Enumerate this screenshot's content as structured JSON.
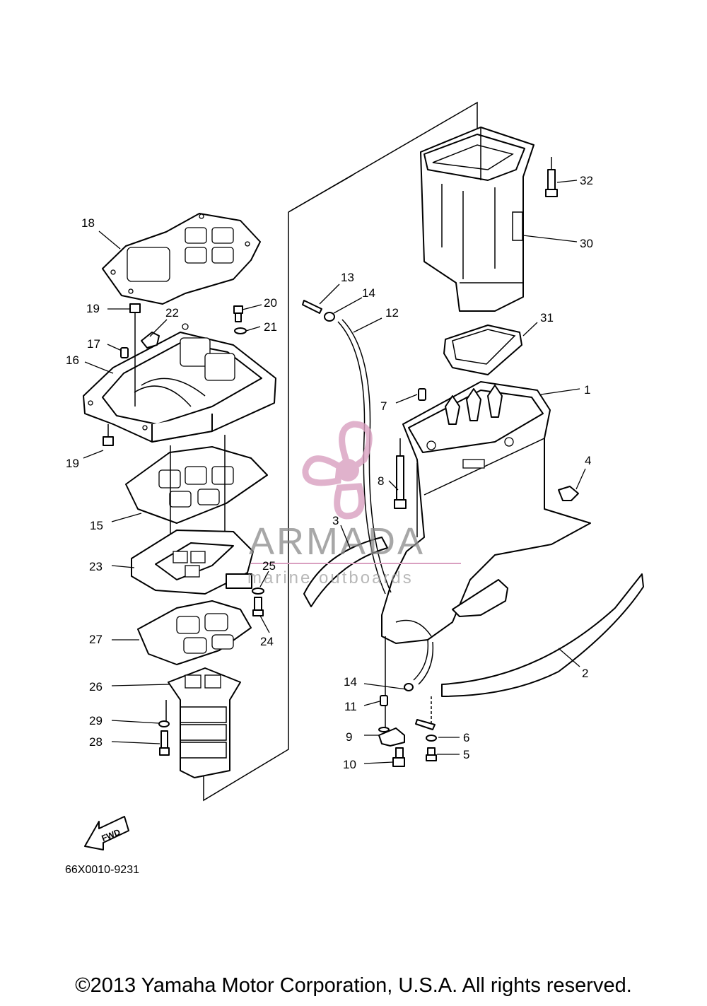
{
  "diagram": {
    "callouts": [
      {
        "id": "c1",
        "label": "1"
      },
      {
        "id": "c2",
        "label": "2"
      },
      {
        "id": "c3",
        "label": "3"
      },
      {
        "id": "c4",
        "label": "4"
      },
      {
        "id": "c5",
        "label": "5"
      },
      {
        "id": "c6",
        "label": "6"
      },
      {
        "id": "c7",
        "label": "7"
      },
      {
        "id": "c8",
        "label": "8"
      },
      {
        "id": "c9",
        "label": "9"
      },
      {
        "id": "c10",
        "label": "10"
      },
      {
        "id": "c11",
        "label": "11"
      },
      {
        "id": "c12",
        "label": "12"
      },
      {
        "id": "c13",
        "label": "13"
      },
      {
        "id": "c14a",
        "label": "14"
      },
      {
        "id": "c14b",
        "label": "14"
      },
      {
        "id": "c15",
        "label": "15"
      },
      {
        "id": "c16",
        "label": "16"
      },
      {
        "id": "c17",
        "label": "17"
      },
      {
        "id": "c18",
        "label": "18"
      },
      {
        "id": "c19a",
        "label": "19"
      },
      {
        "id": "c19b",
        "label": "19"
      },
      {
        "id": "c20",
        "label": "20"
      },
      {
        "id": "c21",
        "label": "21"
      },
      {
        "id": "c22",
        "label": "22"
      },
      {
        "id": "c23",
        "label": "23"
      },
      {
        "id": "c24",
        "label": "24"
      },
      {
        "id": "c25",
        "label": "25"
      },
      {
        "id": "c26",
        "label": "26"
      },
      {
        "id": "c27",
        "label": "27"
      },
      {
        "id": "c28",
        "label": "28"
      },
      {
        "id": "c29",
        "label": "29"
      },
      {
        "id": "c30",
        "label": "30"
      },
      {
        "id": "c31",
        "label": "31"
      },
      {
        "id": "c32",
        "label": "32"
      }
    ],
    "diagram_code": "66X0010-9231",
    "fwd_label": "FWD"
  },
  "watermark": {
    "brand": "ARMADA",
    "tagline": "marine outboards",
    "color": "#d9a0c0"
  },
  "footer": {
    "copyright": "©2013 Yamaha Motor Corporation, U.S.A. All rights reserved."
  }
}
